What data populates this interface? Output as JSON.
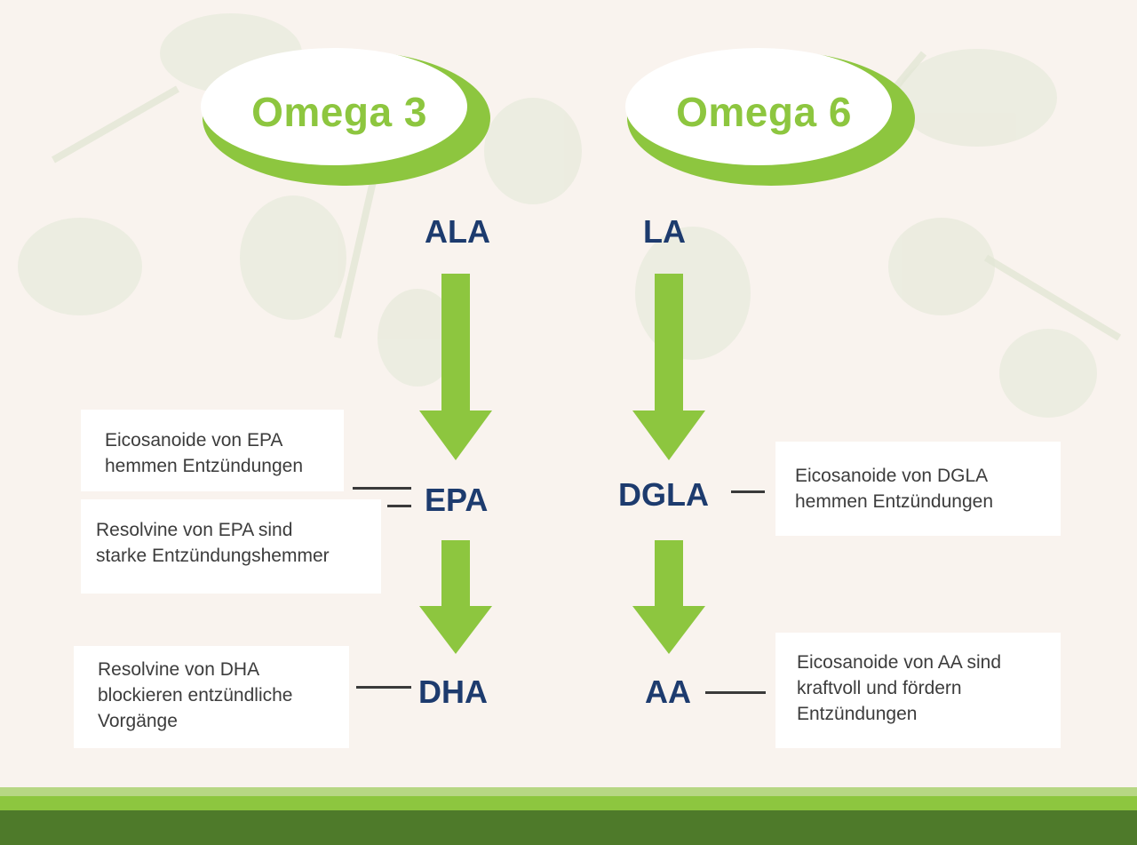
{
  "colors": {
    "green": "#8dc63f",
    "navy": "#1d3b6e",
    "background": "#f9f3ee"
  },
  "columns": {
    "omega3": {
      "title": "Omega 3",
      "acids": [
        "ALA",
        "EPA",
        "DHA"
      ]
    },
    "omega6": {
      "title": "Omega 6",
      "acids": [
        "LA",
        "DGLA",
        "AA"
      ]
    }
  },
  "notes": {
    "epa_eicosanoids": [
      "Eicosanoide von EPA",
      "hemmen Entzündungen"
    ],
    "epa_resolvins": [
      "Resolvine von EPA sind",
      "starke Entzündungshemmer"
    ],
    "dha_resolvins": [
      "Resolvine von DHA",
      "blockieren entzündliche",
      "Vorgänge"
    ],
    "dgla_eicosanoids": [
      "Eicosanoide von DGLA",
      "hemmen Entzündungen"
    ],
    "aa_eicosanoids": [
      "Eicosanoide von AA sind",
      "kraftvoll und fördern",
      "Entzündungen"
    ]
  }
}
